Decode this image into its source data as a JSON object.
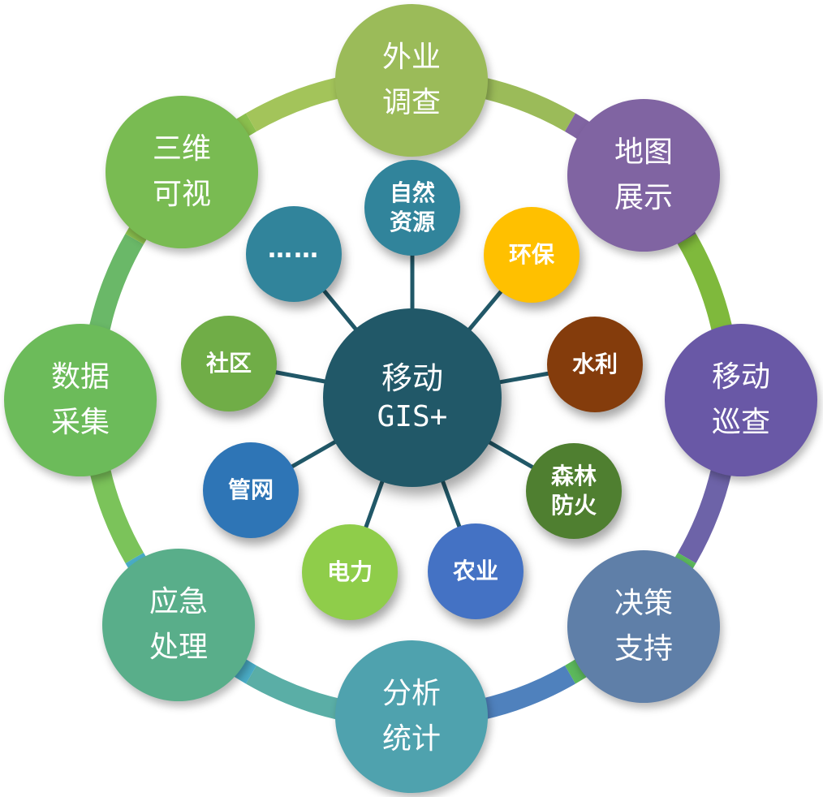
{
  "center": {
    "line1": "移动",
    "line2": "GIS+",
    "color": "#215868"
  },
  "ring": {
    "segment_colors": [
      "#9bbb59",
      "#8064a2",
      "#7fb93c",
      "#6d63a8",
      "#5cb85c",
      "#4f81bd",
      "#5aaea6",
      "#4aacc6",
      "#7bc35a",
      "#6ab868",
      "#8bc04e",
      "#a3c45a"
    ]
  },
  "outer_nodes": [
    {
      "line1": "外业",
      "line2": "调查",
      "color": "#9bbb59"
    },
    {
      "line1": "地图",
      "line2": "展示",
      "color": "#8064a2"
    },
    {
      "line1": "移动",
      "line2": "巡查",
      "color": "#6958a6"
    },
    {
      "line1": "决策",
      "line2": "支持",
      "color": "#5f7fa8"
    },
    {
      "line1": "分析",
      "line2": "统计",
      "color": "#4fa2ae"
    },
    {
      "line1": "应急",
      "line2": "处理",
      "color": "#59ae8a"
    },
    {
      "line1": "数据",
      "line2": "采集",
      "color": "#6cbb5a"
    },
    {
      "line1": "三维",
      "line2": "可视",
      "color": "#79bb52"
    }
  ],
  "inner_nodes": [
    {
      "line1": "自然",
      "line2": "资源",
      "color": "#31849b"
    },
    {
      "line1": "环保",
      "line2": "",
      "color": "#ffc000"
    },
    {
      "line1": "水利",
      "line2": "",
      "color": "#843c0c"
    },
    {
      "line1": "森林",
      "line2": "防火",
      "color": "#4f7f30"
    },
    {
      "line1": "农业",
      "line2": "",
      "color": "#4472c4"
    },
    {
      "line1": "电力",
      "line2": "",
      "color": "#8fcd4a"
    },
    {
      "line1": "管网",
      "line2": "",
      "color": "#2e75b6"
    },
    {
      "line1": "社区",
      "line2": "",
      "color": "#70ad47"
    },
    {
      "line1": "……",
      "line2": "",
      "color": "#31849b"
    }
  ],
  "connector_color": "#215868"
}
